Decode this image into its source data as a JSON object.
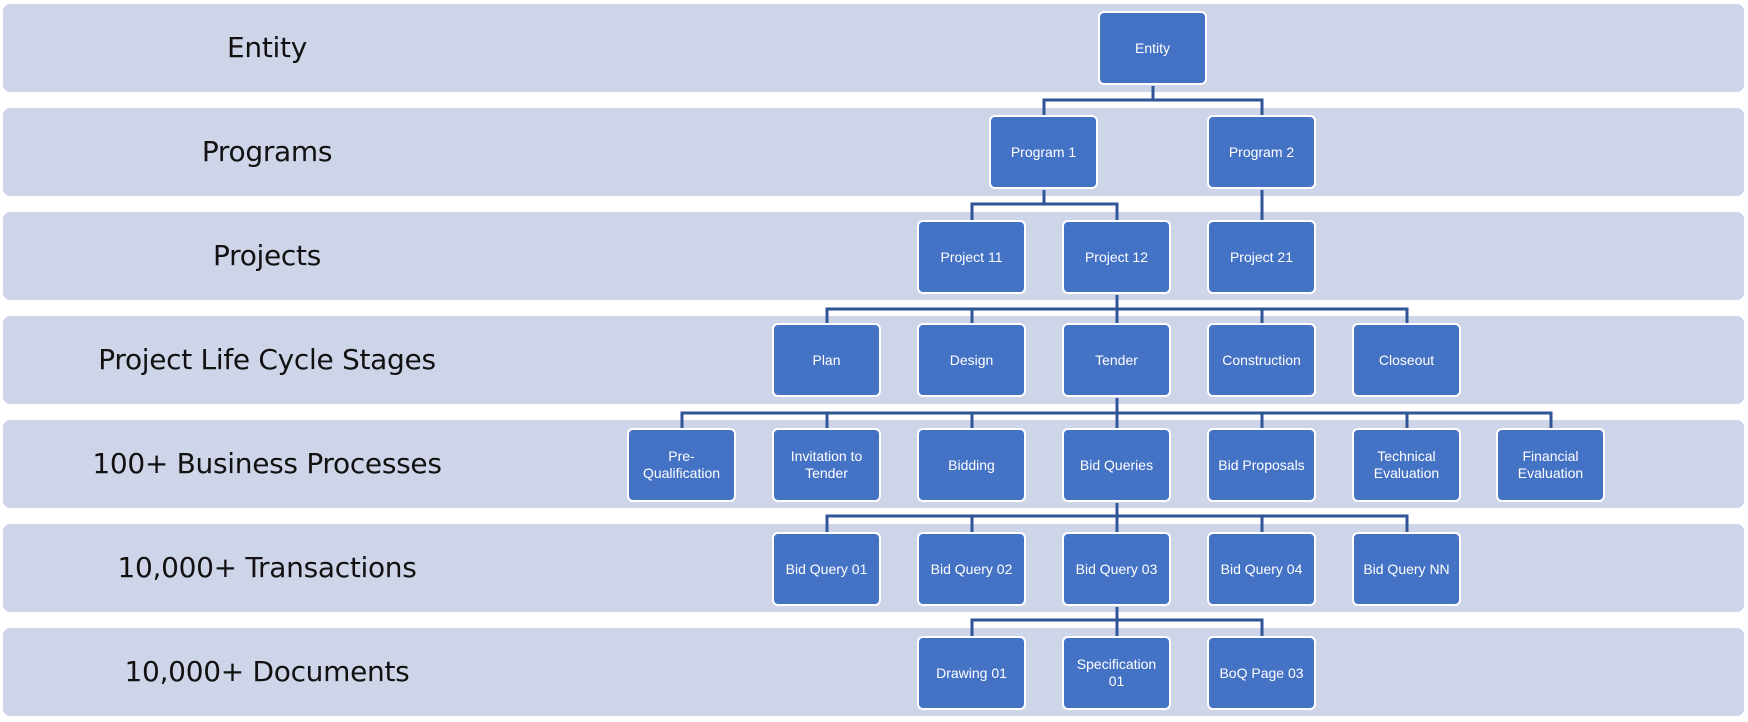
{
  "rows": [
    {
      "label": "Entity"
    },
    {
      "label": "Programs"
    },
    {
      "label": "Projects"
    },
    {
      "label": "Project Life Cycle Stages"
    },
    {
      "label": "100+ Business Processes"
    },
    {
      "label": "10,000+ Transactions"
    },
    {
      "label": "10,000+ Documents"
    }
  ],
  "nodes": [
    {
      "id": "entity",
      "text": "Entity",
      "row": 0,
      "parent": null
    },
    {
      "id": "program-1",
      "text": "Program 1",
      "row": 1,
      "parent": "entity"
    },
    {
      "id": "program-2",
      "text": "Program 2",
      "row": 1,
      "parent": "entity"
    },
    {
      "id": "project-11",
      "text": "Project 11",
      "row": 2,
      "parent": "program-1"
    },
    {
      "id": "project-12",
      "text": "Project 12",
      "row": 2,
      "parent": "program-1"
    },
    {
      "id": "project-21",
      "text": "Project 21",
      "row": 2,
      "parent": "program-2"
    },
    {
      "id": "plan",
      "text": "Plan",
      "row": 3,
      "parent": "project-12"
    },
    {
      "id": "design",
      "text": "Design",
      "row": 3,
      "parent": "project-12"
    },
    {
      "id": "tender",
      "text": "Tender",
      "row": 3,
      "parent": "project-12"
    },
    {
      "id": "construction",
      "text": "Construction",
      "row": 3,
      "parent": "project-12"
    },
    {
      "id": "closeout",
      "text": "Closeout",
      "row": 3,
      "parent": "project-12"
    },
    {
      "id": "pre-qualification",
      "text": "Pre-\nQualification",
      "row": 4,
      "parent": "tender"
    },
    {
      "id": "invitation-to-tender",
      "text": "Invitation to\nTender",
      "row": 4,
      "parent": "tender"
    },
    {
      "id": "bidding",
      "text": "Bidding",
      "row": 4,
      "parent": "tender"
    },
    {
      "id": "bid-queries",
      "text": "Bid Queries",
      "row": 4,
      "parent": "tender"
    },
    {
      "id": "bid-proposals",
      "text": "Bid Proposals",
      "row": 4,
      "parent": "tender"
    },
    {
      "id": "technical-evaluation",
      "text": "Technical\nEvaluation",
      "row": 4,
      "parent": "tender"
    },
    {
      "id": "financial-evaluation",
      "text": "Financial\nEvaluation",
      "row": 4,
      "parent": "tender"
    },
    {
      "id": "bid-query-01",
      "text": "Bid Query 01",
      "row": 5,
      "parent": "bid-queries"
    },
    {
      "id": "bid-query-02",
      "text": "Bid Query 02",
      "row": 5,
      "parent": "bid-queries"
    },
    {
      "id": "bid-query-03",
      "text": "Bid Query 03",
      "row": 5,
      "parent": "bid-queries"
    },
    {
      "id": "bid-query-04",
      "text": "Bid Query 04",
      "row": 5,
      "parent": "bid-queries"
    },
    {
      "id": "bid-query-nn",
      "text": "Bid Query NN",
      "row": 5,
      "parent": "bid-queries"
    },
    {
      "id": "drawing-01",
      "text": "Drawing 01",
      "row": 6,
      "parent": "bid-query-03"
    },
    {
      "id": "specification-01",
      "text": "Specification\n01",
      "row": 6,
      "parent": "bid-query-03"
    },
    {
      "id": "boq-page-03",
      "text": "BoQ Page 03",
      "row": 6,
      "parent": "bid-query-03"
    }
  ],
  "colors": {
    "band": "#cfd5e9",
    "node": "#4472c4",
    "connector": "#2f5597"
  }
}
